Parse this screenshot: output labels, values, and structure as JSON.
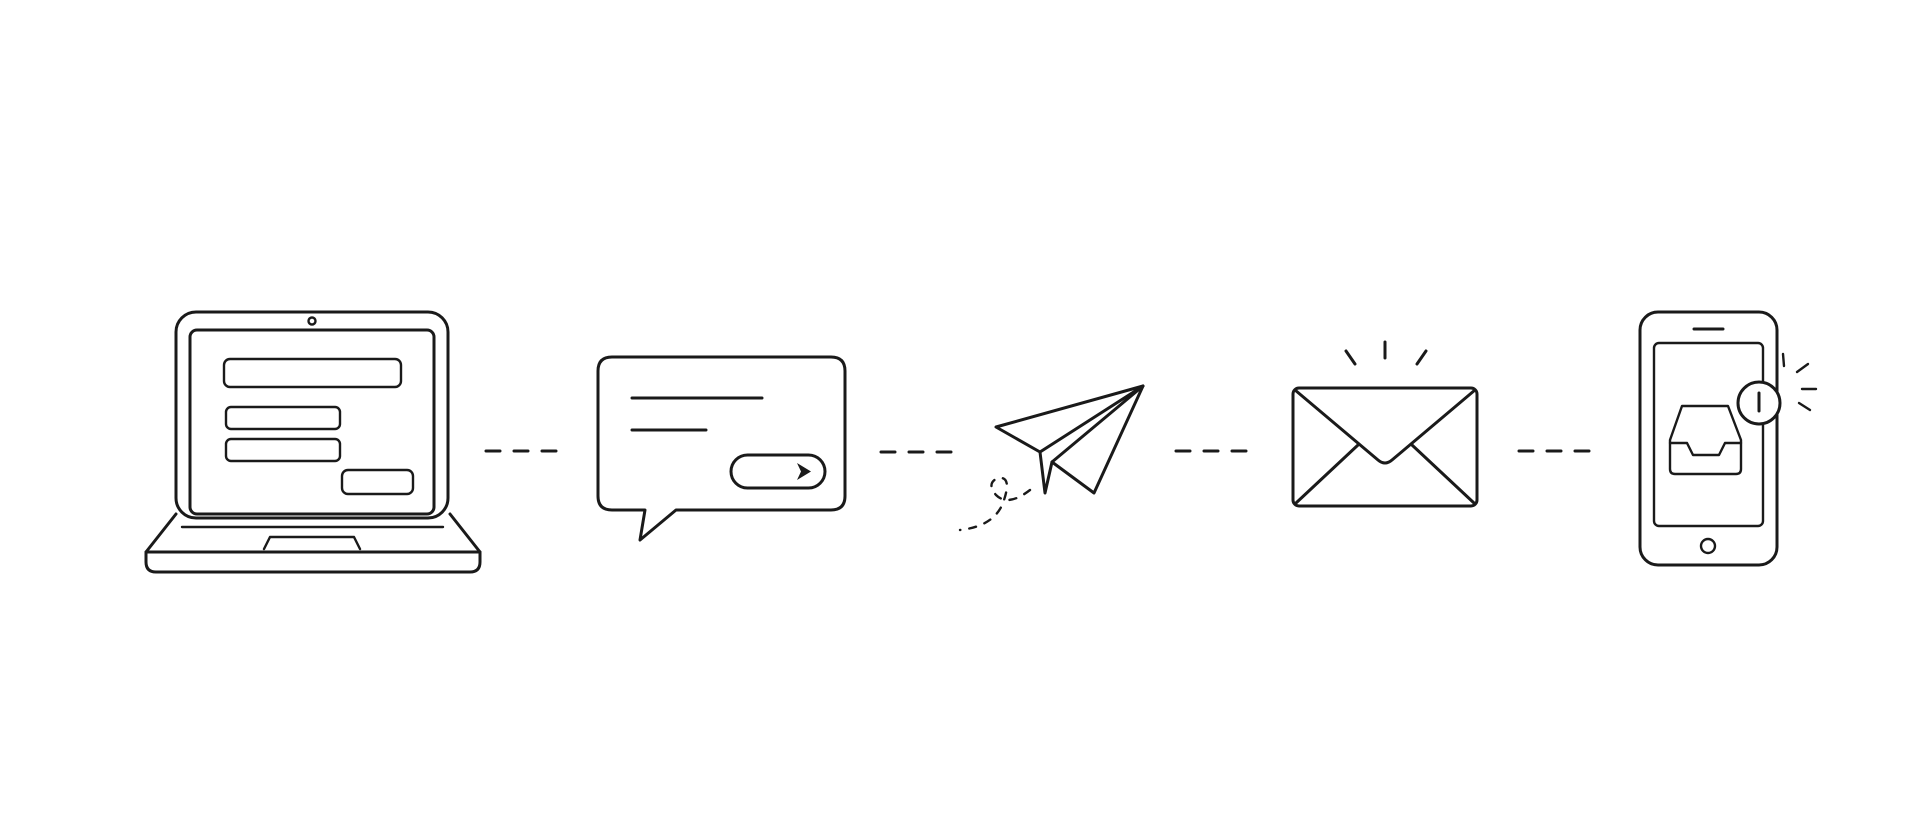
{
  "diagram": {
    "steps": [
      {
        "id": "laptop",
        "icon": "laptop-form-icon"
      },
      {
        "id": "message",
        "icon": "chat-bubble-send-icon"
      },
      {
        "id": "send",
        "icon": "paper-plane-icon"
      },
      {
        "id": "email",
        "icon": "envelope-icon"
      },
      {
        "id": "phone",
        "icon": "phone-inbox-notification-icon"
      }
    ],
    "connectors": [
      {
        "from": "laptop",
        "to": "message",
        "style": "dashed"
      },
      {
        "from": "message",
        "to": "send",
        "style": "dashed"
      },
      {
        "from": "send",
        "to": "email",
        "style": "dashed"
      },
      {
        "from": "email",
        "to": "phone",
        "style": "dashed"
      }
    ],
    "colors": {
      "stroke": "#1a1a1a",
      "background": "#ffffff"
    }
  }
}
